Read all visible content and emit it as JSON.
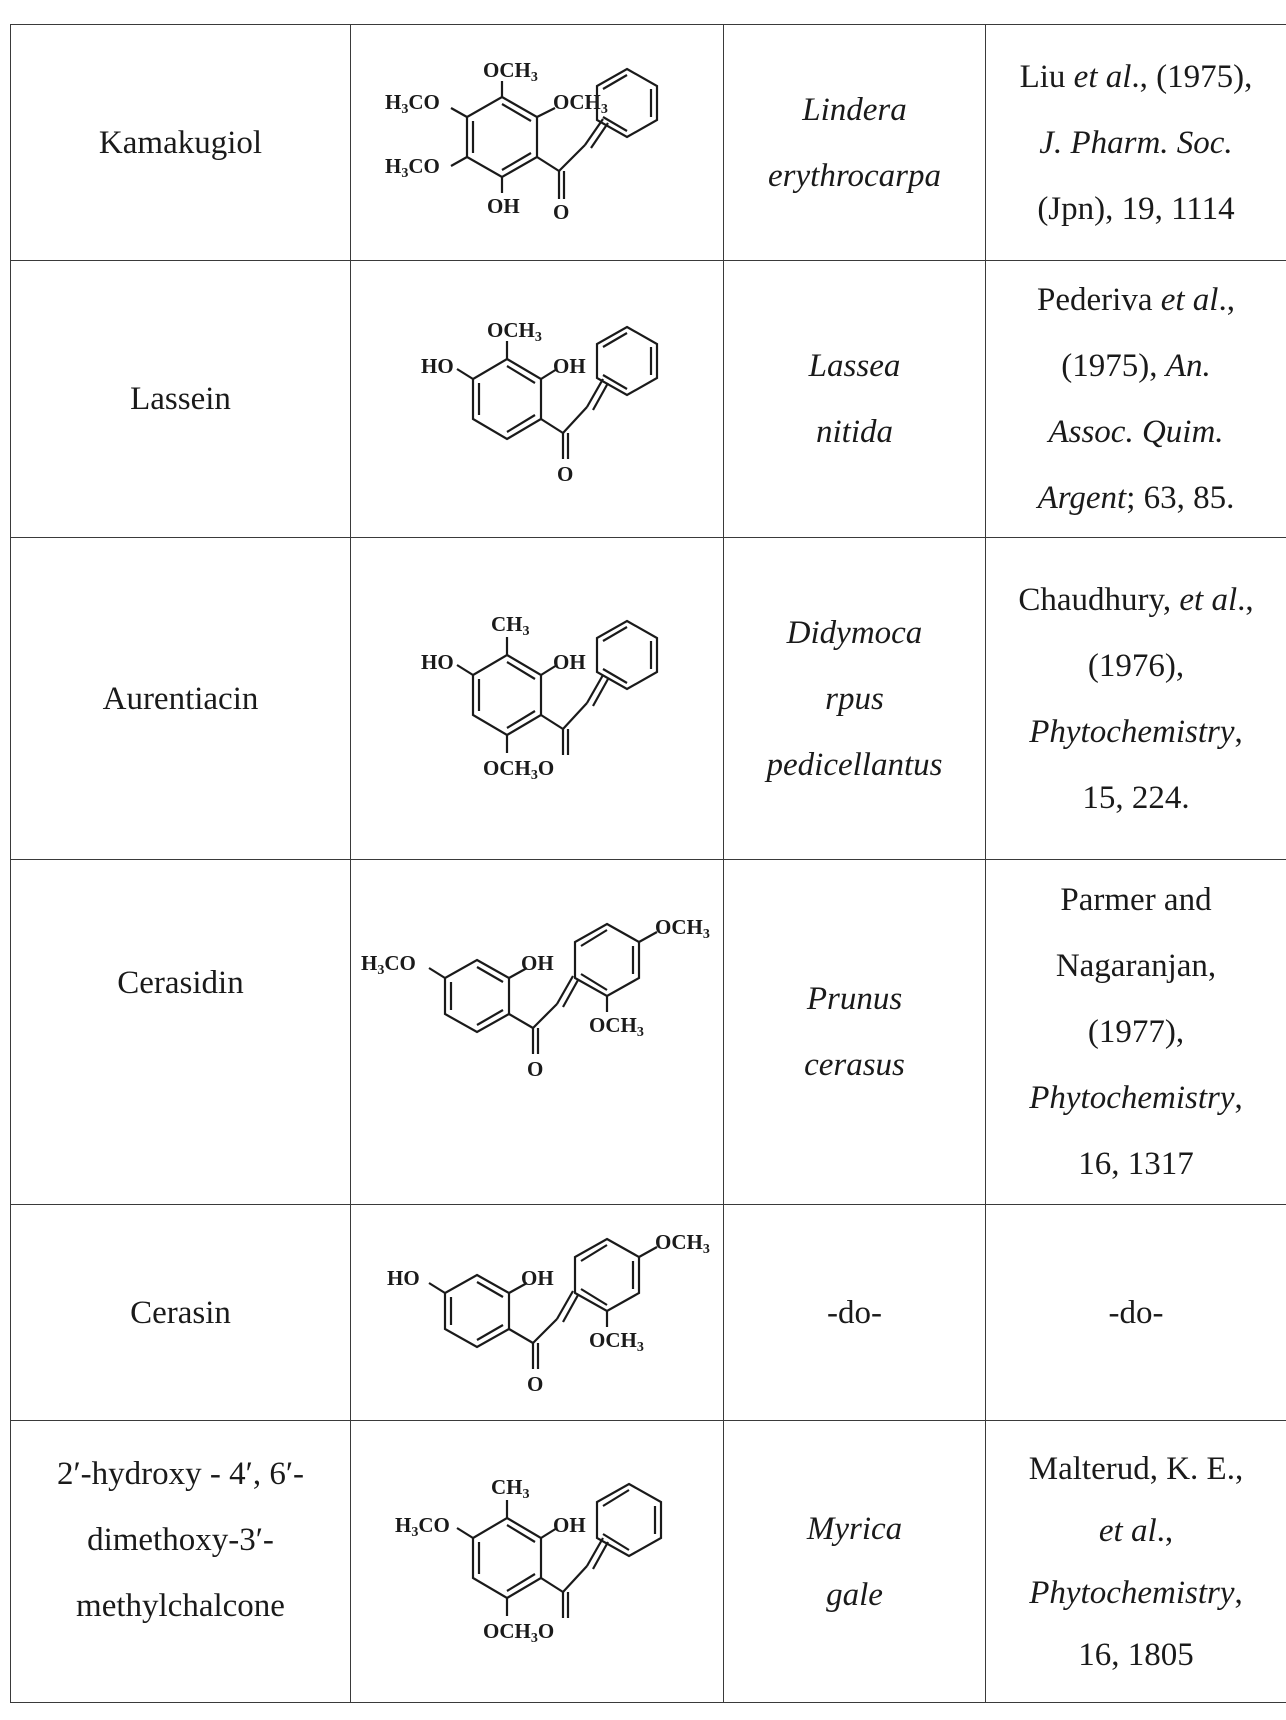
{
  "rows": [
    {
      "name": "Kamakugiol",
      "source": [
        "Lindera",
        "erythrocarpa"
      ],
      "reference": [
        {
          "t": "Liu ",
          "i": "et al",
          "a": "., (1975),"
        },
        {
          "i": "J. Pharm. Soc."
        },
        {
          "t": "(Jpn), 19, 1114"
        }
      ],
      "labels": {
        "top": "OCH3",
        "left1": "H3CO",
        "left2": "H3CO",
        "right": "OCH3",
        "bottom1": "OH",
        "bottom2": "O"
      }
    },
    {
      "name": "Lassein",
      "source": [
        "Lassea",
        "nitida"
      ],
      "reference": [
        {
          "t": "Pederiva ",
          "i": "et al",
          "a": ".,"
        },
        {
          "t": "(1975), ",
          "i": "An."
        },
        {
          "i": "Assoc. Quim."
        },
        {
          "i": "Argent",
          "a": "; 63, 85."
        }
      ],
      "labels": {
        "top": "OCH3",
        "left": "HO",
        "right": "OH",
        "carbonyl": "O"
      }
    },
    {
      "name": "Aurentiacin",
      "source": [
        "Didymoca",
        "rpus",
        "pedicellantus"
      ],
      "reference": [
        {
          "t": "Chaudhury, ",
          "i": "et al",
          "a": "., "
        },
        {
          "t": "(1976),"
        },
        {
          "i": "Phytochemistry",
          "a": ","
        },
        {
          "t": "15, 224."
        }
      ],
      "labels": {
        "top": "CH3",
        "left": "HO",
        "right": "OH",
        "bottom": "OCH3O"
      }
    },
    {
      "name": "Cerasidin",
      "source": [
        "Prunus",
        "cerasus"
      ],
      "reference": [
        {
          "t": "Parmer and"
        },
        {
          "t": "Nagaranjan,"
        },
        {
          "t": "(1977),"
        },
        {
          "i": "Phytochemistry",
          "a": ","
        },
        {
          "t": "16, 1317"
        }
      ],
      "labels": {
        "left": "H3CO",
        "oh": "OH",
        "topright": "OCH3",
        "ome2": "OCH3",
        "carbonyl": "O"
      }
    },
    {
      "name": "Cerasin",
      "source": [
        "-do-"
      ],
      "reference": [
        {
          "t": "-do-"
        }
      ],
      "labels": {
        "left": "HO",
        "oh": "OH",
        "topright": "OCH3",
        "ome2": "OCH3",
        "carbonyl": "O"
      }
    },
    {
      "name": [
        "2′-hydroxy - 4′, 6′-",
        "dimethoxy-3′-",
        "methylchalcone"
      ],
      "source": [
        "Myrica",
        "gale"
      ],
      "reference": [
        {
          "t": "Malterud, K. E.,"
        },
        {
          "i": "et al",
          "a": ".,"
        },
        {
          "i": "Phytochemistry",
          "a": ","
        },
        {
          "t": "16, 1805"
        }
      ],
      "labels": {
        "top": "CH3",
        "left": "H3CO",
        "right": "OH",
        "bottom": "OCH3O"
      }
    }
  ]
}
